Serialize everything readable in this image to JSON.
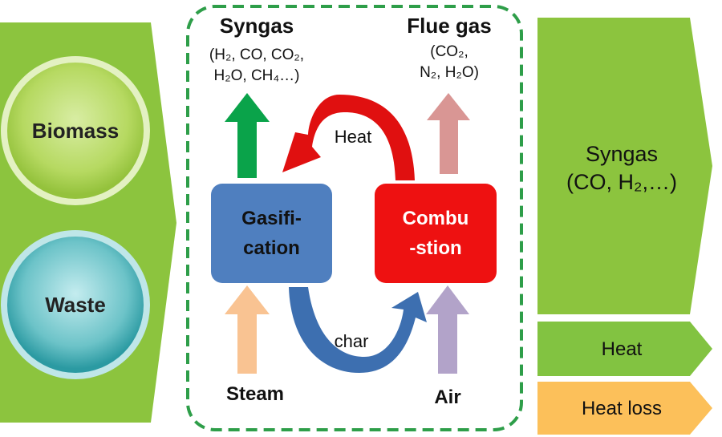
{
  "colors": {
    "green_panel": "#8cc43e",
    "gasifier": "#4f7fbf",
    "combustor": "#ee1111",
    "dashed_border": "#2e9e49",
    "heat_output": "#82c341",
    "heat_loss": "#fcc05a",
    "syngas_arrow": "#0aa34a",
    "flue_arrow": "#d99694",
    "steam_arrow": "#f9c392",
    "air_arrow": "#b2a3c9",
    "heat_loop": "#e01010",
    "char_loop": "#3d6fb0"
  },
  "inputs": {
    "biomass": "Biomass",
    "waste": "Waste"
  },
  "process": {
    "gasification": {
      "line1": "Gasifi-",
      "line2": "cation"
    },
    "combustion": {
      "line1": "Combu",
      "line2": "-stion"
    },
    "heat_loop_label": "Heat",
    "char_loop_label": "char",
    "steam_label": "Steam",
    "air_label": "Air",
    "syngas": {
      "title": "Syngas",
      "line1": "(H₂, CO, CO₂,",
      "line2": "H₂O, CH₄…)"
    },
    "flue_gas": {
      "title": "Flue gas",
      "line1": "(CO₂,",
      "line2": "N₂, H₂O)"
    }
  },
  "outputs": {
    "syngas": {
      "line1": "Syngas",
      "line2": "(CO, H₂,…)"
    },
    "heat": "Heat",
    "heat_loss": "Heat loss"
  }
}
